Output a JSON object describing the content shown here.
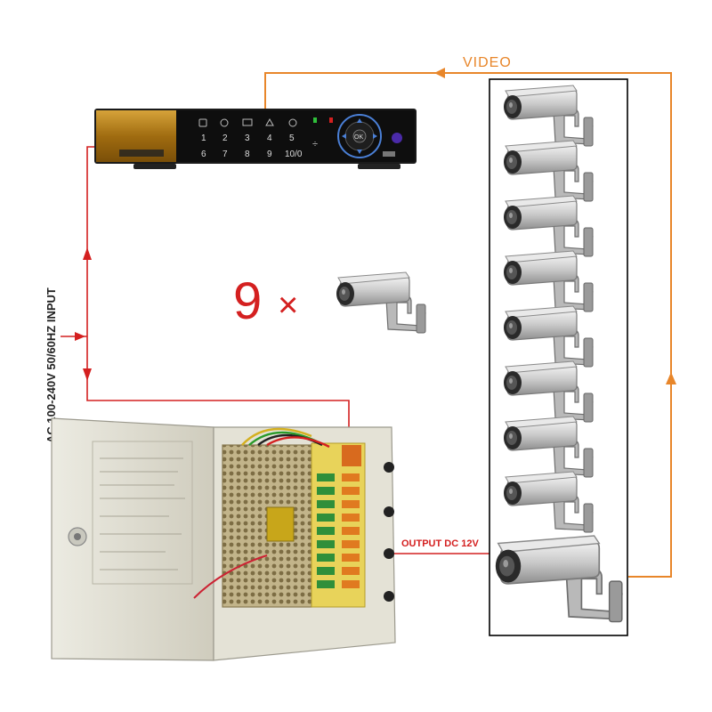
{
  "labels": {
    "video": "VIDEO",
    "input": "AC 100-240V 50/60HZ  INPUT",
    "output": "OUTPUT DC 12V",
    "count_number": "9",
    "count_times": "×"
  },
  "dvr": {
    "keys_row1": [
      "1",
      "2",
      "3",
      "4",
      "5"
    ],
    "keys_row2": [
      "6",
      "7",
      "8",
      "9",
      "10/0"
    ],
    "center_button": "OK"
  },
  "cameras": {
    "count": 9
  },
  "colors": {
    "video_line": "#e8862a",
    "power_line": "#d42020",
    "multiplier_text": "#d42020",
    "box_border": "#000000",
    "dvr_gold": "#b07d18",
    "dvr_body": "#111111",
    "power_box": "#e4e2d6"
  }
}
